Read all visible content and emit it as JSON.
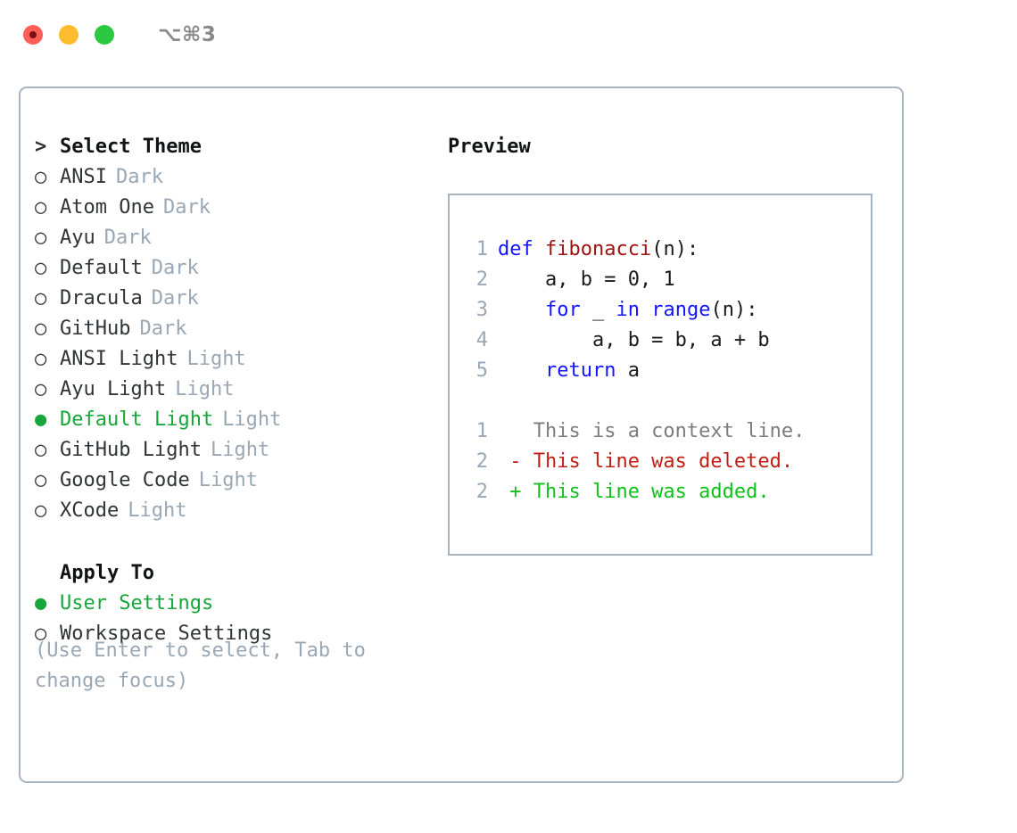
{
  "titlebar": {
    "shortcut": "⌥⌘3",
    "buttons": [
      {
        "name": "close",
        "color": "#ff5f57"
      },
      {
        "name": "minimize",
        "color": "#febc2e"
      },
      {
        "name": "zoom",
        "color": "#2bc840"
      }
    ]
  },
  "theme_picker": {
    "heading_marker": ">",
    "heading": "Select Theme",
    "unselected_marker": "○",
    "selected_marker": "●",
    "items": [
      {
        "label": "ANSI",
        "badge": "Dark",
        "selected": false
      },
      {
        "label": "Atom One",
        "badge": "Dark",
        "selected": false
      },
      {
        "label": "Ayu",
        "badge": "Dark",
        "selected": false
      },
      {
        "label": "Default",
        "badge": "Dark",
        "selected": false
      },
      {
        "label": "Dracula",
        "badge": "Dark",
        "selected": false
      },
      {
        "label": "GitHub",
        "badge": "Dark",
        "selected": false
      },
      {
        "label": "ANSI Light",
        "badge": "Light",
        "selected": false
      },
      {
        "label": "Ayu Light",
        "badge": "Light",
        "selected": false
      },
      {
        "label": "Default Light",
        "badge": "Light",
        "selected": true
      },
      {
        "label": "GitHub Light",
        "badge": "Light",
        "selected": false
      },
      {
        "label": "Google Code",
        "badge": "Light",
        "selected": false
      },
      {
        "label": "XCode",
        "badge": "Light",
        "selected": false
      }
    ]
  },
  "apply_to": {
    "heading": "Apply To",
    "items": [
      {
        "label": "User Settings",
        "selected": true
      },
      {
        "label": "Workspace Settings",
        "selected": false
      }
    ]
  },
  "hint": "(Use Enter to select, Tab to change focus)",
  "preview": {
    "title": "Preview",
    "code_lines": [
      {
        "no": "1",
        "tokens": [
          {
            "t": "def ",
            "c": "kw"
          },
          {
            "t": "fibonacci",
            "c": "fn"
          },
          {
            "t": "(n):",
            "c": "plain"
          }
        ]
      },
      {
        "no": "2",
        "tokens": [
          {
            "t": "    a, b = 0, 1",
            "c": "plain"
          }
        ]
      },
      {
        "no": "3",
        "tokens": [
          {
            "t": "    ",
            "c": "plain"
          },
          {
            "t": "for",
            "c": "kw"
          },
          {
            "t": " _ ",
            "c": "plain"
          },
          {
            "t": "in",
            "c": "kw"
          },
          {
            "t": " ",
            "c": "plain"
          },
          {
            "t": "range",
            "c": "kw"
          },
          {
            "t": "(n):",
            "c": "plain"
          }
        ]
      },
      {
        "no": "4",
        "tokens": [
          {
            "t": "        a, b = b, a + b",
            "c": "plain"
          }
        ]
      },
      {
        "no": "5",
        "tokens": [
          {
            "t": "    ",
            "c": "plain"
          },
          {
            "t": "return",
            "c": "kw"
          },
          {
            "t": " a",
            "c": "plain"
          }
        ]
      }
    ],
    "diff_lines": [
      {
        "no": "1",
        "text": "   This is a context line.",
        "kind": "ctx"
      },
      {
        "no": "2",
        "text": " - This line was deleted.",
        "kind": "del"
      },
      {
        "no": "2",
        "text": " + This line was added.",
        "kind": "add"
      }
    ]
  },
  "colors": {
    "accent_green": "#16a63a",
    "muted": "#9aa7b4",
    "border": "#a9b4c2",
    "keyword": "#1414ff",
    "function": "#a01111",
    "diff_delete": "#c21f14",
    "diff_add": "#0ec218"
  }
}
